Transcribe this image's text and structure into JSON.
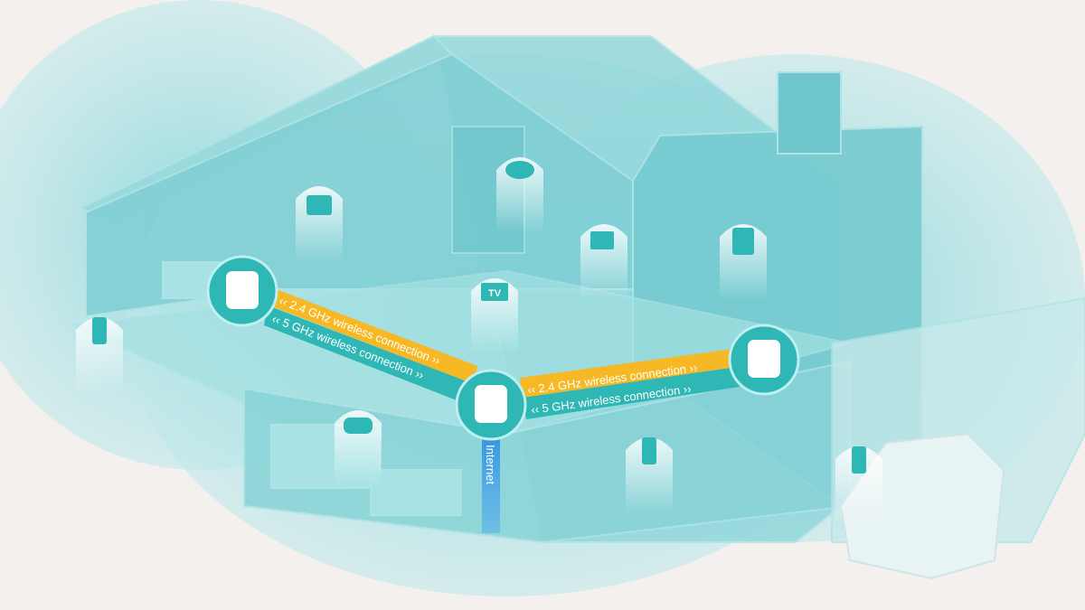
{
  "colors": {
    "background": "#f3f0ee",
    "coverage": "#9fdde0",
    "house": "#7fcfd4",
    "band_24ghz": "#f6b824",
    "band_5ghz": "#2fb7b5",
    "internet": "#2f8fe0"
  },
  "links": [
    {
      "band_24": "‹‹ 2.4 GHz wireless connection ››",
      "band_5": "‹‹ 5 GHz wireless connection ››"
    },
    {
      "band_24": "‹‹ 2.4 GHz wireless connection ››",
      "band_5": "‹‹ 5 GHz wireless connection ››"
    }
  ],
  "internet_label": "Internet",
  "routers": [
    "left-router",
    "main-router",
    "right-router"
  ],
  "devices": [
    {
      "icon": "game-console-icon"
    },
    {
      "icon": "cloud-storage-icon"
    },
    {
      "icon": "computer-icon"
    },
    {
      "icon": "tablet-icon"
    },
    {
      "icon": "tv-icon",
      "label": "TV"
    },
    {
      "icon": "phone-icon"
    },
    {
      "icon": "gamepad-icon"
    },
    {
      "icon": "phone-icon"
    },
    {
      "icon": "phone-icon"
    }
  ]
}
